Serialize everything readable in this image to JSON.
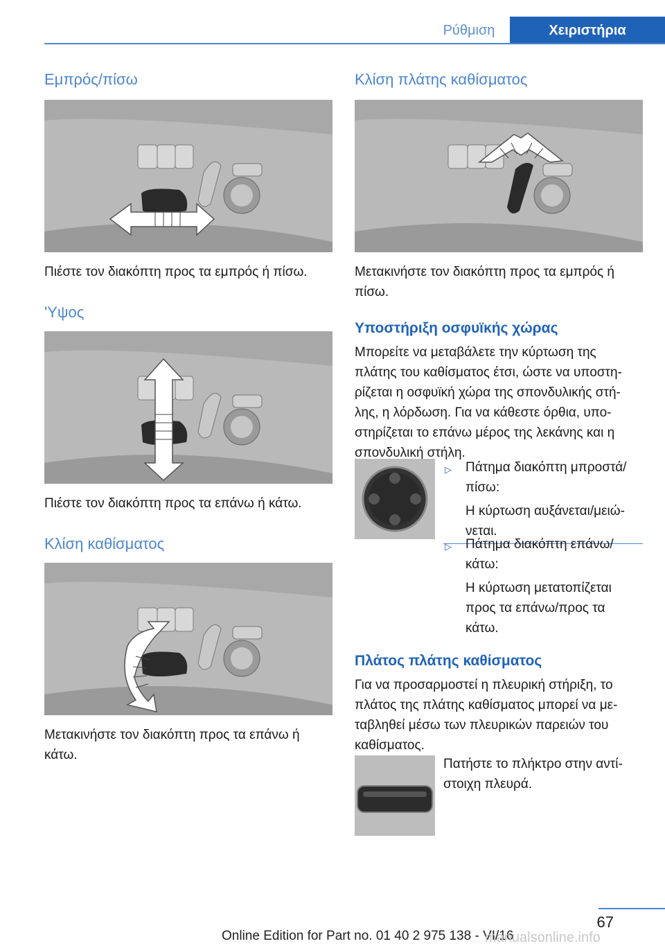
{
  "header": {
    "tab_inactive": "Ρύθμιση",
    "tab_active": "Χειριστήρια"
  },
  "left": {
    "sec1": {
      "title": "Εμπρός/πίσω",
      "text": "Πιέστε τον διακόπτη προς τα εμπρός ή πίσω."
    },
    "sec2": {
      "title": "'Υψος",
      "text": "Πιέστε τον διακόπτη προς τα επάνω ή κάτω."
    },
    "sec3": {
      "title": "Κλίση καθίσματος",
      "text1": "Μετακινήστε τον διακόπτη προς τα επάνω ή",
      "text2": "κάτω."
    }
  },
  "right": {
    "sec1": {
      "title": "Κλίση πλάτης καθίσματος",
      "text1": "Μετακινήστε τον διακόπτη προς τα εμπρός ή",
      "text2": "πίσω."
    },
    "lumbar": {
      "title": "Υποστήριξη οσφυϊκής χώρας",
      "p1": "Μπορείτε να μεταβάλετε την κύρτωση της",
      "p2": "πλάτης του καθίσματος έτσι, ώστε να υποστη‐",
      "p3": "ρίζεται η οσφυϊκή χώρα της σπονδυλικής στή‐",
      "p4": "λης, η λόρδωση. Για να κάθεστε όρθια, υπο‐",
      "p5": "στηρίζεται το επάνω μέρος της λεκάνης και η",
      "p6": "σπονδυλική στήλη.",
      "b1a": "Πάτημα διακόπτη μπροστά/",
      "b1b": "πίσω:",
      "b1c": "Η κύρτωση αυξάνεται/μειώ‐",
      "b1d": "νεται.",
      "b2a": "Πάτημα διακόπτη επάνω/",
      "b2b": "κάτω:",
      "b2c": "Η κύρτωση μετατοπίζεται",
      "b2d": "προς τα επάνω/προς τα",
      "b2e": "κάτω."
    },
    "width": {
      "title": "Πλάτος πλάτης καθίσματος",
      "p1": "Για να προσαρμοστεί η πλευρική στήριξη, το",
      "p2": "πλάτος της πλάτης καθίσματος μπορεί να με‐",
      "p3": "ταβληθεί μέσω των πλευρικών παρειών του",
      "p4": "καθίσματος.",
      "q1": "Πατήστε το πλήκτρο στην αντί‐",
      "q2": "στοιχη πλευρά."
    }
  },
  "footer": {
    "page": "67",
    "edition": "Online Edition for Part no. 01 40 2 975 138 - VI/16",
    "watermark": "manualsonline.info"
  }
}
